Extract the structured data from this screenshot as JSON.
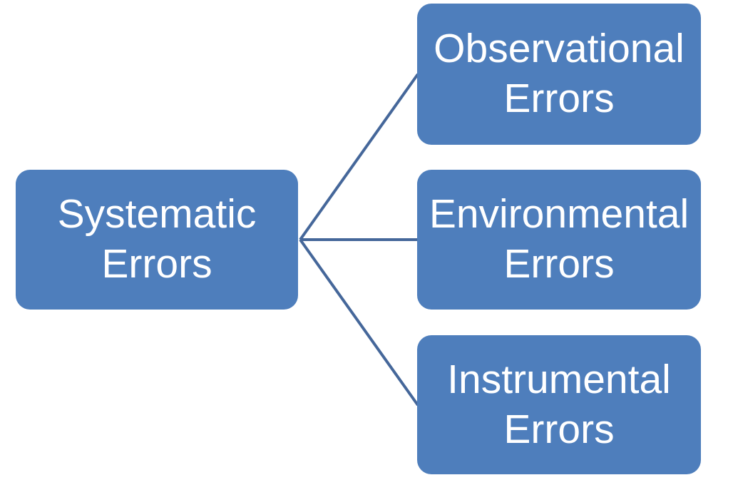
{
  "diagram": {
    "kind": "hierarchy-diagram",
    "colors": {
      "background": "#ffffff",
      "node_fill": "#4e7ebc",
      "connector": "#45679a",
      "text": "#ffffff"
    },
    "nodes": {
      "root": {
        "line1": "Systematic",
        "line2": "Errors"
      },
      "observational": {
        "line1": "Observational",
        "line2": "Errors"
      },
      "environmental": {
        "line1": "Environmental",
        "line2": "Errors"
      },
      "instrumental": {
        "line1": "Instrumental",
        "line2": "Errors"
      }
    }
  }
}
